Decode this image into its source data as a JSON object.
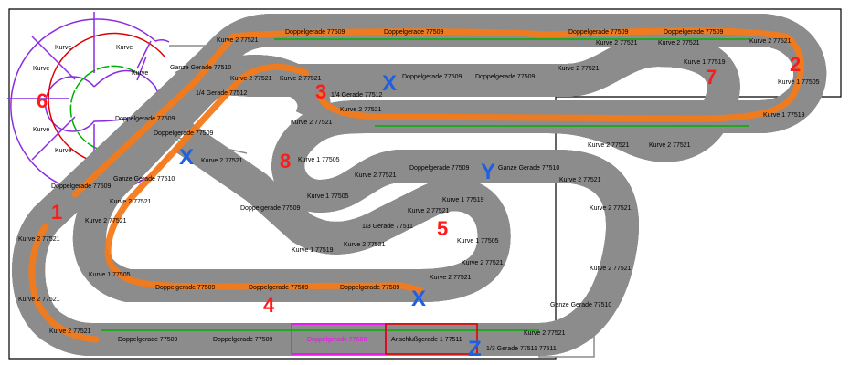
{
  "title": "Carrera track layout plan",
  "colors": {
    "track_edge": "#8c8c8c",
    "lane_red": "#e00000",
    "lane_green": "#00b000",
    "route": "#f47a1a",
    "marker_numbers": "#ff1a1a",
    "marker_letters": "#2060e0",
    "loop_purple": "#8a2be2",
    "highlight_magenta": "#ff00ff"
  },
  "sections": [
    "1",
    "2",
    "3",
    "4",
    "5",
    "6",
    "7",
    "8"
  ],
  "markers": [
    "X",
    "X",
    "X",
    "Y",
    "Z"
  ],
  "labels": [
    "Kurve",
    "Kurve",
    "Kurve",
    "Kurve",
    "Kurve",
    "Kurve",
    "Ganze Gerade 77510",
    "Kurve 2 77521",
    "Doppelgerade 77509",
    "Doppelgerade 77509",
    "Doppelgerade 77509",
    "Doppelgerade 77509",
    "Kurve 2 77521",
    "Kurve 2 77521",
    "Kurve 2 77521",
    "Kurve 2 77521",
    "Kurve 1 77519",
    "Kurve 1 77505",
    "Kurve 1 77519",
    "Kurve 2 77521",
    "Kurve 2 77521",
    "Kurve 2 77521",
    "1/4 Gerade 77512",
    "1/4 Gerade 77512",
    "Doppelgerade 77509",
    "Doppelgerade 77509",
    "Kurve 2 77521",
    "Doppelgerade 77509",
    "Doppelgerade 77509",
    "Kurve 2 77521",
    "Kurve 2 77521",
    "Kurve 2 77521",
    "Kurve 2 77521",
    "Kurve 1 77505",
    "Kurve 2 77521",
    "Doppelgerade 77509",
    "Ganze Gerade 77510",
    "Kurve 2 77521",
    "Doppelgerade 77509",
    "Kurve 1 77505",
    "Doppelgerade 77509",
    "Kurve 2 77521",
    "1/3 Gerade 77511",
    "Kurve 1 77519",
    "Kurve 1 77505",
    "Kurve 2 77521",
    "Kurve 1 77519",
    "Ganze Gerade 77510",
    "Kurve 2 77521",
    "Kurve 2 77521",
    "Kurve 1 77505",
    "Doppelgerade 77509",
    "Doppelgerade 77509",
    "Doppelgerade 77509",
    "Kurve 2 77521",
    "Kurve 2 77521",
    "Kurve 2 77521",
    "Doppelgerade 77509",
    "Doppelgerade 77509",
    "Doppelgerade 77509",
    "Anschlußgerade 1 77511",
    "1/3 Gerade 77511 77511",
    "Kurve 2 77521",
    "Kurve 2 77521",
    "Kurve 2 77521",
    "Ganze Gerade 77510",
    "Kurve 2 77521"
  ]
}
